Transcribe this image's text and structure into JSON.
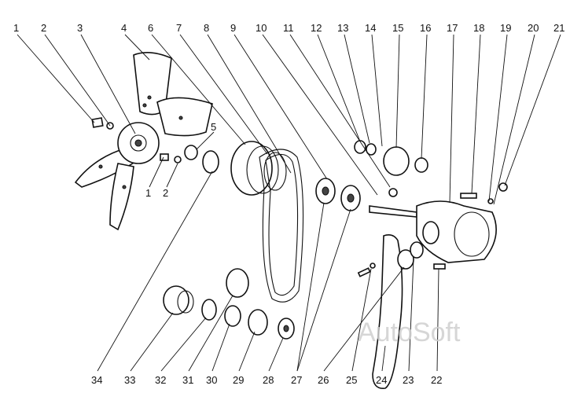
{
  "labels_top": [
    "1",
    "2",
    "3",
    "4",
    "6",
    "7",
    "8",
    "9",
    "10",
    "11",
    "12",
    "13",
    "14",
    "15",
    "16",
    "17",
    "18",
    "19",
    "20",
    "21"
  ],
  "labels_mid": [
    "5",
    "1",
    "2"
  ],
  "labels_bottom": [
    "34",
    "33",
    "32",
    "31",
    "30",
    "29",
    "28",
    "27",
    "26",
    "25",
    "24",
    "23",
    "22"
  ],
  "watermark": "AutoSoft"
}
